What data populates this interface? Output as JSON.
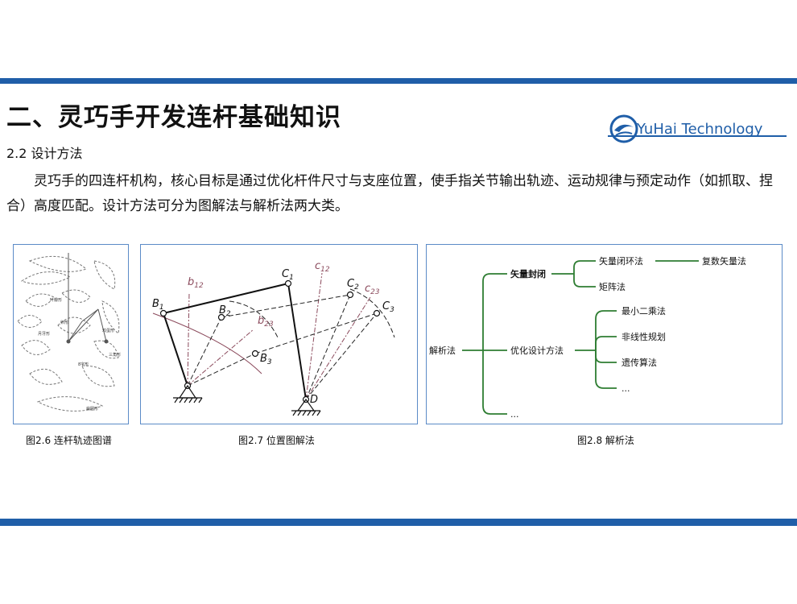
{
  "header": {
    "title": "二、灵巧手开发连杆基础知识",
    "logo_text": "YuHai  Technology",
    "logo_icon": "yuhai-swirl-logo"
  },
  "section": {
    "subtitle": "2.2 设计方法",
    "paragraph": "灵巧手的四连杆机构，核心目标是通过优化杆件尺寸与支座位置，使手指关节输出轨迹、运动规律与预定动作（如抓取、捏合）高度匹配。设计方法可分为图解法与解析法两大类。"
  },
  "figures": [
    {
      "caption": "图2.6 连杆轨迹图谱",
      "labels": [
        "叶瓣形",
        "月牙形",
        "卵形",
        "8字形",
        "扁圆形",
        "三角形",
        "鸡蛋形"
      ]
    },
    {
      "caption": "图2.7 位置图解法",
      "points": {
        "b1": "B",
        "b1_sub": "1",
        "b2": "B",
        "b2_sub": "2",
        "b3": "B",
        "b3_sub": "3",
        "c1": "C",
        "c1_sub": "1",
        "c2": "C",
        "c2_sub": "2",
        "c3": "C",
        "c3_sub": "3",
        "b12": "b",
        "b12_sub": "12",
        "b23": "b",
        "b23_sub": "23",
        "c12": "c",
        "c12_sub": "12",
        "c23": "c",
        "c23_sub": "23",
        "d": "D"
      }
    },
    {
      "caption": "图2.8 解析法",
      "tree": {
        "root": "解析法",
        "branch1": "矢量封闭",
        "b1_child1": "矢量闭环法",
        "b1_child1_leaf": "复数矢量法",
        "b1_child2": "矩阵法",
        "branch2": "优化设计方法",
        "b2_child1": "最小二乘法",
        "b2_child2": "非线性规划",
        "b2_child3": "遗传算法",
        "b2_child4": "...",
        "branch3": "..."
      }
    }
  ],
  "colors": {
    "accent_bar": "#1f5ea8",
    "mind_line": "#2e7d32",
    "mechanism_mauve": "#8b4a5c"
  }
}
